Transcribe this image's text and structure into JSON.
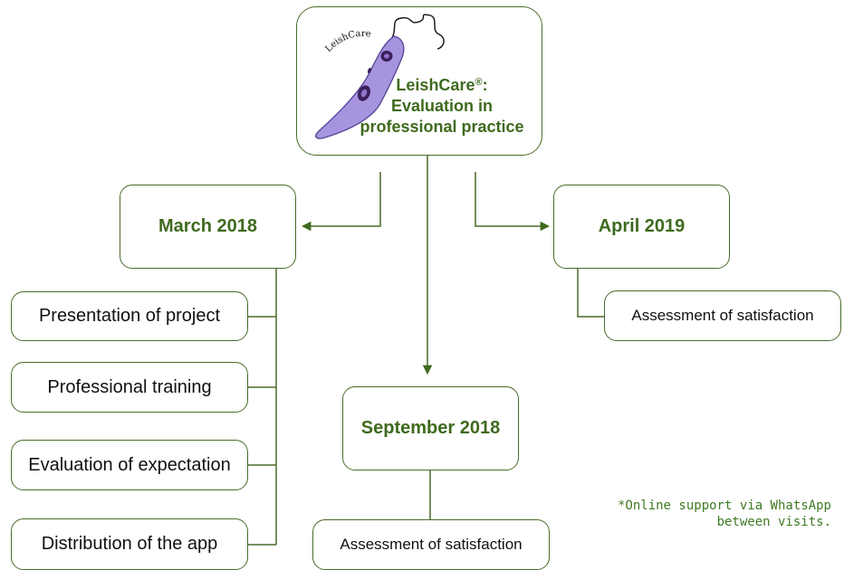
{
  "main": {
    "logo_text": "LeishCare",
    "title_line1": "LeishCare",
    "title_reg": "®",
    "title_colon": ":",
    "title_line2": "Evaluation in",
    "title_line3": "professional practice"
  },
  "branches": {
    "march": {
      "label": "March 2018",
      "items": [
        "Presentation of project",
        "Professional training",
        "Evaluation of expectation",
        "Distribution of the app"
      ]
    },
    "september": {
      "label": "September 2018",
      "items": [
        "Assessment of satisfaction"
      ]
    },
    "april": {
      "label": "April 2019",
      "items": [
        "Assessment of satisfaction"
      ]
    }
  },
  "note": {
    "line1": "*Online support via WhatsApp",
    "line2": "between visits."
  },
  "colors": {
    "accent_green": "#3f6a1e",
    "border_green": "#4a6b2a",
    "parasite_fill": "#a694de",
    "parasite_stroke": "#5b4a9a",
    "nucleus": "#3a1f5a"
  }
}
